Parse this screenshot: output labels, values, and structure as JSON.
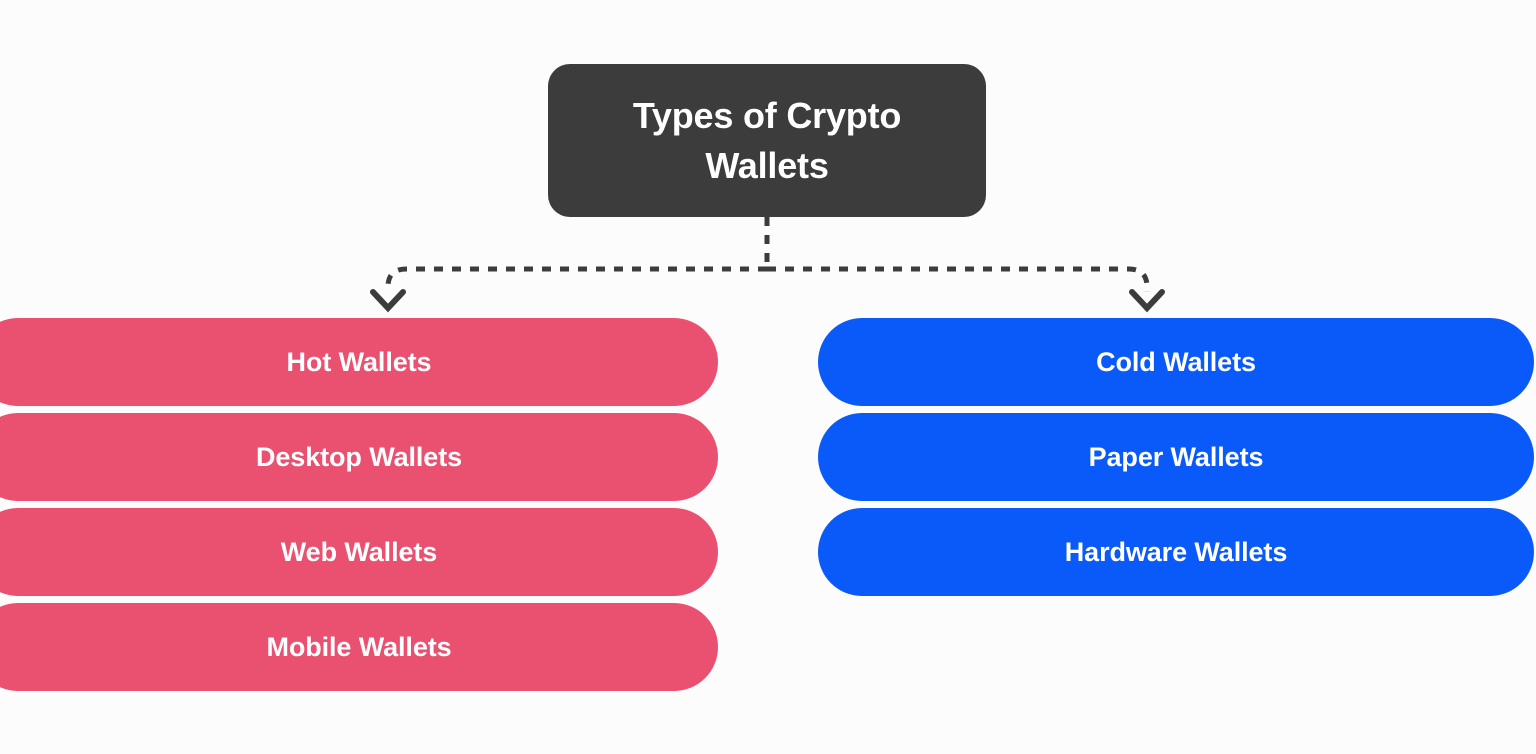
{
  "diagram": {
    "type": "hierarchy-tree",
    "background_color": "#fcfcfd",
    "root": {
      "label": "Types of Crypto Wallets",
      "color": "#3c3c3c",
      "text_color": "#ffffff"
    },
    "connector": {
      "style": "dashed",
      "color": "#3c3c3c",
      "arrowhead": "chevron-down"
    },
    "branches": [
      {
        "name": "hot-wallets",
        "color": "#ea506f",
        "text_color": "#ffffff",
        "nodes": [
          {
            "label": "Hot Wallets"
          },
          {
            "label": "Desktop Wallets"
          },
          {
            "label": "Web Wallets"
          },
          {
            "label": "Mobile Wallets"
          }
        ]
      },
      {
        "name": "cold-wallets",
        "color": "#0a5afa",
        "text_color": "#ffffff",
        "nodes": [
          {
            "label": "Cold Wallets"
          },
          {
            "label": "Paper Wallets"
          },
          {
            "label": "Hardware Wallets"
          }
        ]
      }
    ]
  }
}
